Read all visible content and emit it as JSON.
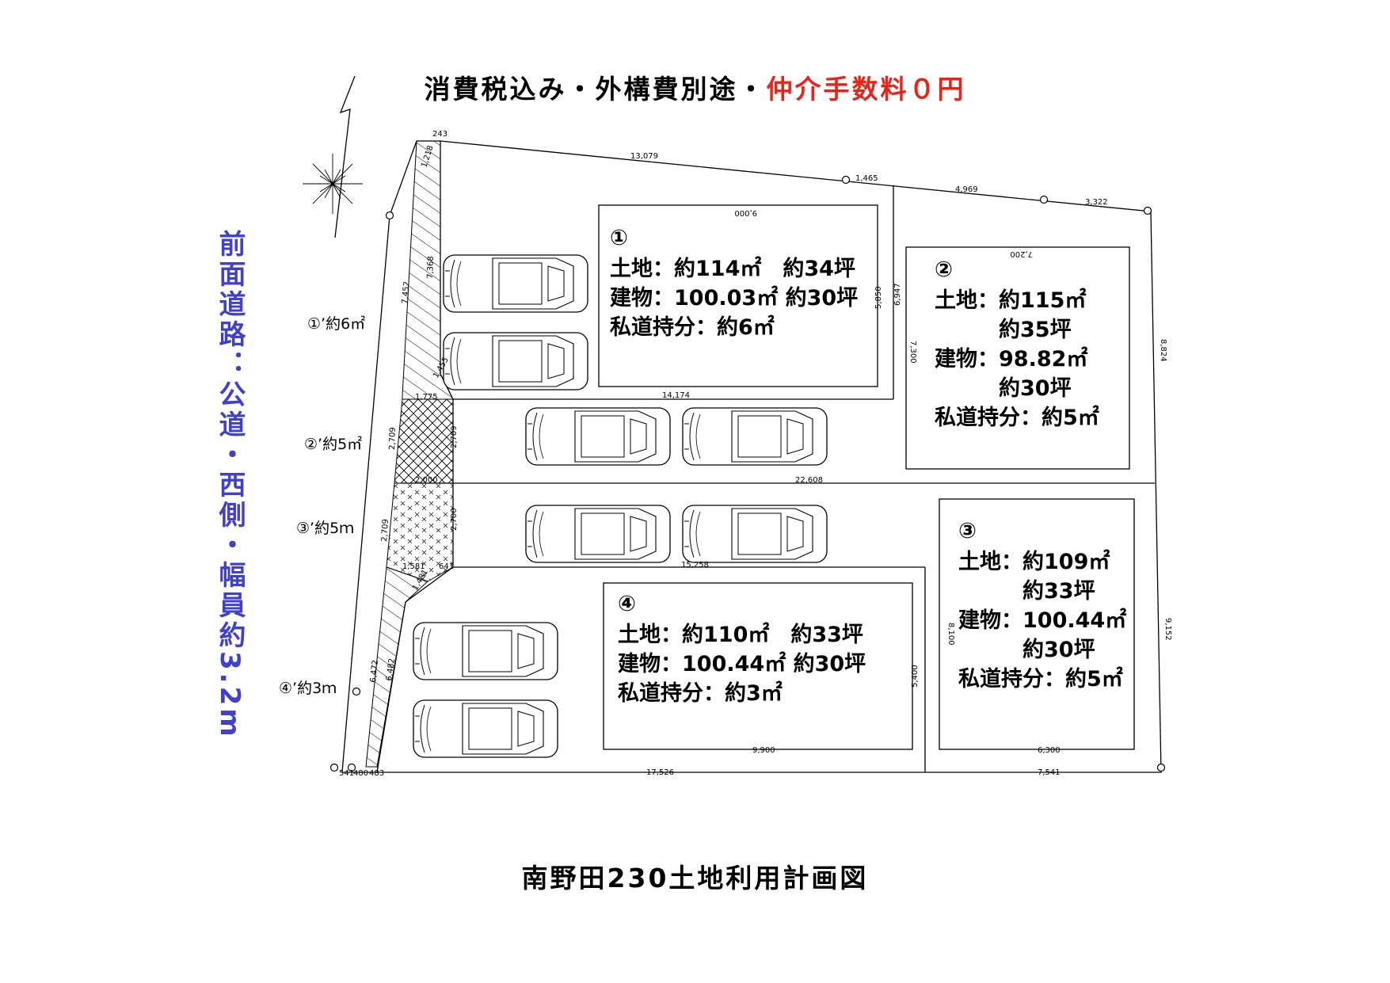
{
  "header": {
    "tax_note": "消費税込み・外構費別途・",
    "fee_note": "仲介手数料０円",
    "fee_color": "#e8231a"
  },
  "footer": {
    "title": "南野田230土地利用計画図"
  },
  "road": {
    "label": "前面道路：公道・西側・幅員約3.2m",
    "color": "#3f3fd0"
  },
  "lots": [
    {
      "id": "①",
      "lines": [
        "土地：約114㎡　約34坪",
        "建物：100.03㎡ 約30坪",
        "私道持分：約6㎡"
      ]
    },
    {
      "id": "②",
      "lines": [
        "土地：約115㎡",
        "　　　約35坪",
        "建物：98.82㎡",
        "　　　約30坪",
        "私道持分：約5㎡"
      ]
    },
    {
      "id": "③",
      "lines": [
        "土地：約109㎡",
        "　　　約33坪",
        "建物：100.44㎡",
        "　　　約30坪",
        "私道持分：約5㎡"
      ]
    },
    {
      "id": "④",
      "lines": [
        "土地：約110㎡　約33坪",
        "建物：100.44㎡ 約30坪",
        "私道持分：約3㎡"
      ]
    }
  ],
  "private_road_shares": [
    "①’約6㎡",
    "②’約5㎡",
    "③’約5ｍ",
    "④’約3ｍ"
  ],
  "dimensions": {
    "d_243": "243",
    "d_13079": "13,079",
    "d_1465": "1,465",
    "d_4969": "4,969",
    "d_3322": "3,322",
    "d_1218": "1,218",
    "d_9000": "9,000",
    "d_7200": "7,200",
    "d_7368": "7,368",
    "d_7452": "7,452",
    "d_5850": "5,850",
    "d_6947": "6,947",
    "d_7300": "7,300",
    "d_8824": "8,824",
    "d_1455": "1,455",
    "d_1775": "1,775",
    "d_14174": "14,174",
    "d_2709a": "2,709",
    "d_2709b": "2,709",
    "d_2000": "2,000",
    "d_22608": "22,608",
    "d_2709c": "2,709",
    "d_2700": "2,700",
    "d_1581": "1,581",
    "d_641": "641",
    "d_15258": "15,258",
    "d_1481": "1,481",
    "d_8100": "8,100",
    "d_9152": "9,152",
    "d_6472": "6,472",
    "d_6482": "6,482",
    "d_5400": "5,400",
    "d_9900": "9,900",
    "d_6300": "6,300",
    "d_541": "541",
    "d_480": "480",
    "d_483": "483",
    "d_17526": "17,526",
    "d_7541": "7,541"
  }
}
